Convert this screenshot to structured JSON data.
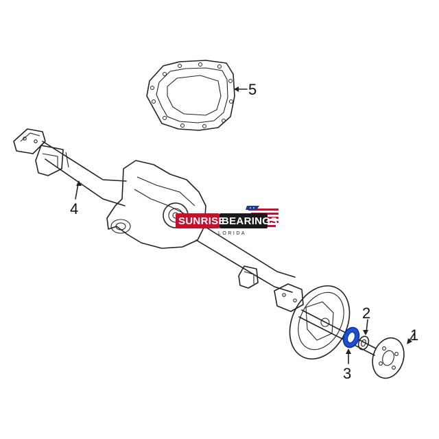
{
  "callouts": {
    "part_1": "1",
    "part_2": "2",
    "part_3": "3",
    "part_4": "4",
    "part_5": "5"
  },
  "watermark": {
    "brand_left": "SUNRISE",
    "brand_right": "BEARINGS",
    "region": "LORIDA",
    "colors": {
      "red": "#c8102e",
      "dark": "#1a1a1a",
      "flag_blue": "#1f3a93"
    }
  },
  "colors": {
    "line": "#222222",
    "highlight_bearing": "#1e4fd8"
  }
}
